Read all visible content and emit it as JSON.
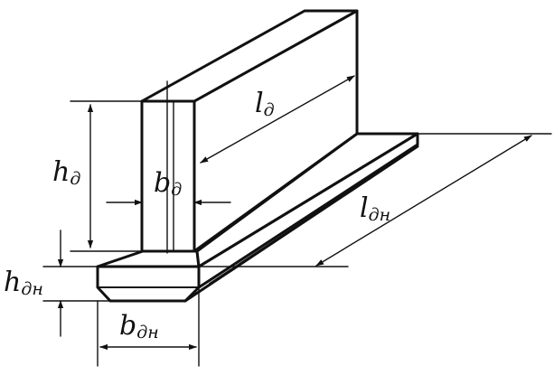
{
  "labels": {
    "l_d": {
      "main": "l",
      "sub": "д"
    },
    "h_d": {
      "main": "h",
      "sub": "д"
    },
    "b_d": {
      "main": "b",
      "sub": "д"
    },
    "l_dn": {
      "main": "l",
      "sub": "дн"
    },
    "h_dn": {
      "main": "h",
      "sub": "дн"
    },
    "b_dn": {
      "main": "b",
      "sub": "дн"
    }
  }
}
